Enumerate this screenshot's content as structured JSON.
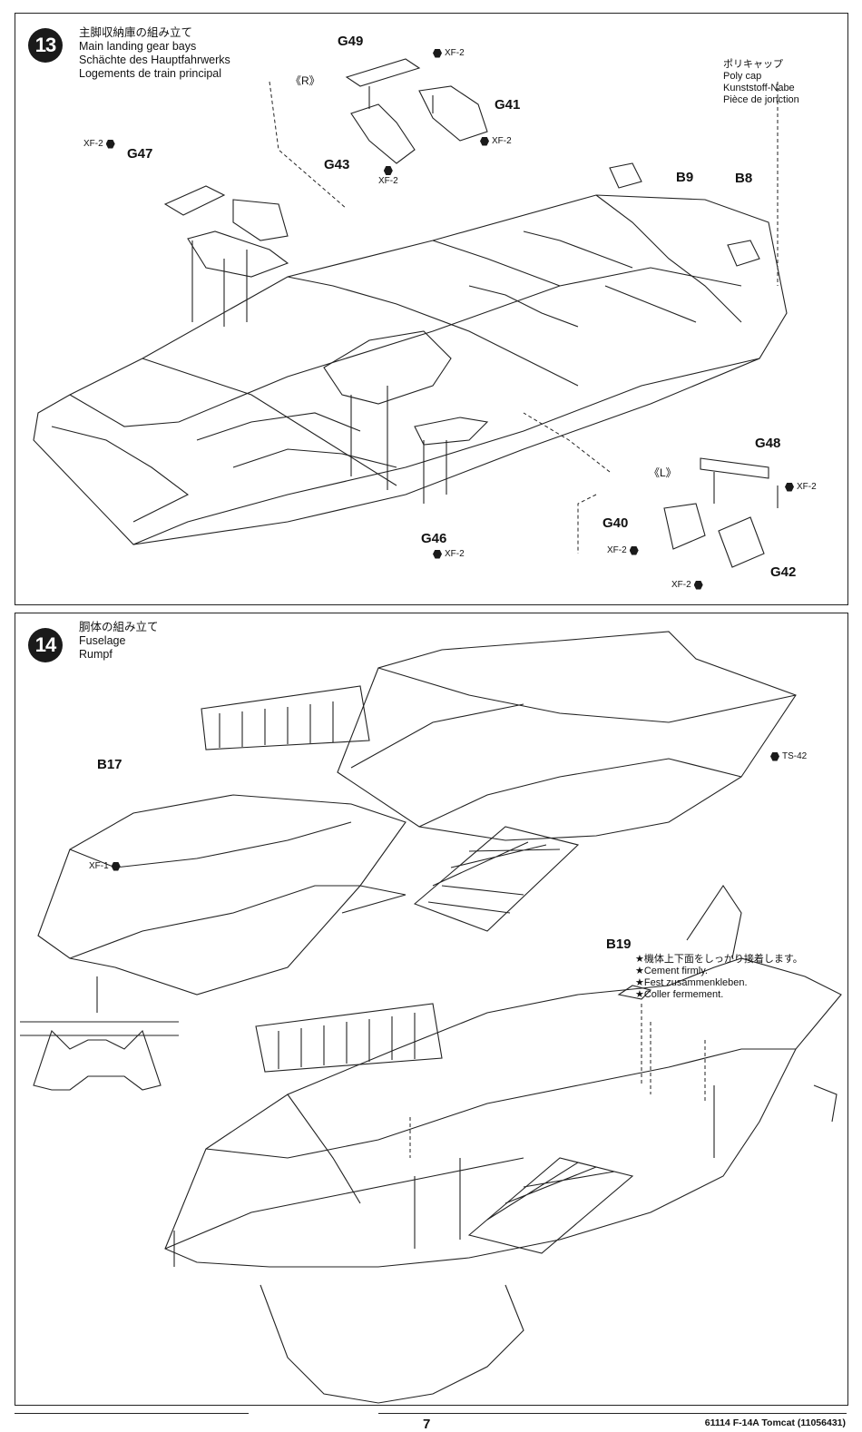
{
  "step13": {
    "number": "13",
    "title_lines": [
      "主脚収納庫の組み立て",
      "Main landing gear bays",
      "Schächte des Hauptfahrwerks",
      "Logements de train principal"
    ],
    "side_r": "《R》",
    "side_l": "《L》",
    "parts": {
      "g49": "G49",
      "g41": "G41",
      "g43": "G43",
      "g47": "G47",
      "b9": "B9",
      "b8": "B8",
      "g48": "G48",
      "g40": "G40",
      "g42": "G42",
      "g46": "G46"
    },
    "paint": "XF-2",
    "polycap_lines": [
      "ポリキャップ",
      "Poly cap",
      "Kunststoff-Nabe",
      "Pièce de jonction"
    ]
  },
  "step14": {
    "number": "14",
    "title_lines": [
      "胴体の組み立て",
      "Fuselage",
      "Rumpf"
    ],
    "parts": {
      "b17": "B17",
      "b19": "B19"
    },
    "paint_ts": "TS-42",
    "paint_xf1": "XF-1",
    "cement_lines": [
      "★機体上下面をしっかり接着します。",
      "★Cement firmly.",
      "★Fest zusammenkleben.",
      "★Coller fermement."
    ]
  },
  "footer": {
    "page": "7",
    "kit": "61114 F-14A Tomcat (11056431)"
  }
}
